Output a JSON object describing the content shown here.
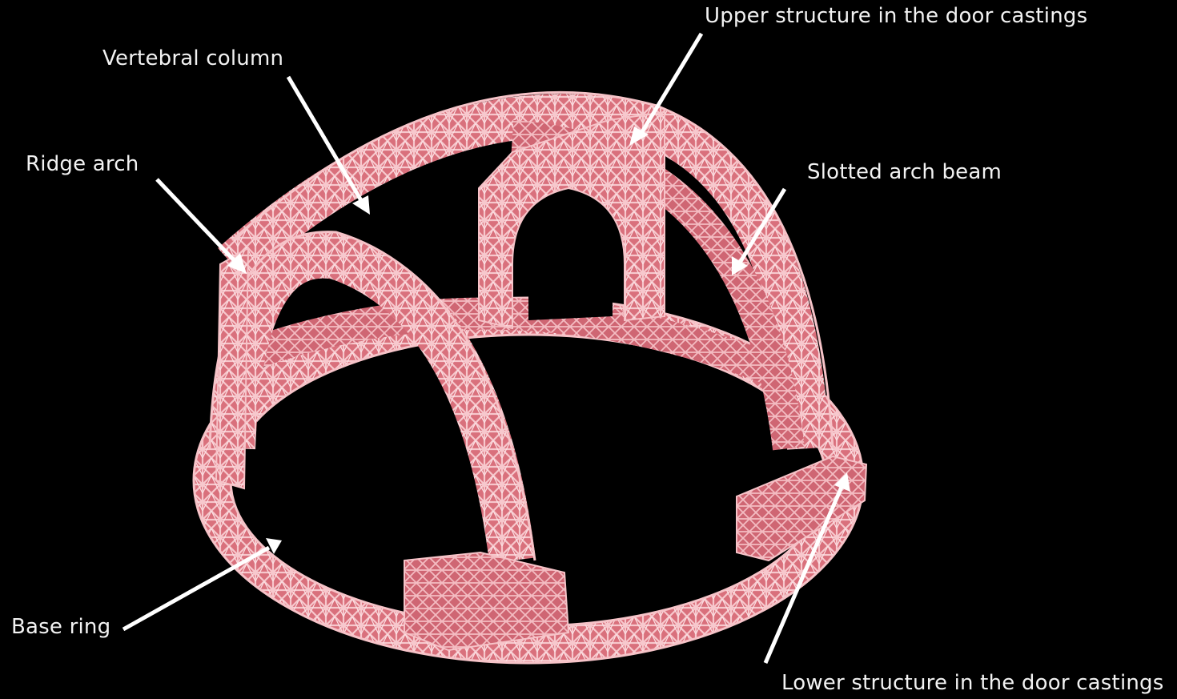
{
  "labels": {
    "upper_door": "Upper structure in the door castings",
    "vertebral_column": "Vertebral column",
    "ridge_arch": "Ridge arch",
    "slotted_arch_beam": "Slotted arch beam",
    "base_ring": "Base ring",
    "lower_door": "Lower structure in the door castings"
  },
  "colors": {
    "background": "#000000",
    "lattice": "#e8909a",
    "lattice_light": "#f6c3c8",
    "arrow": "#ffffff"
  }
}
